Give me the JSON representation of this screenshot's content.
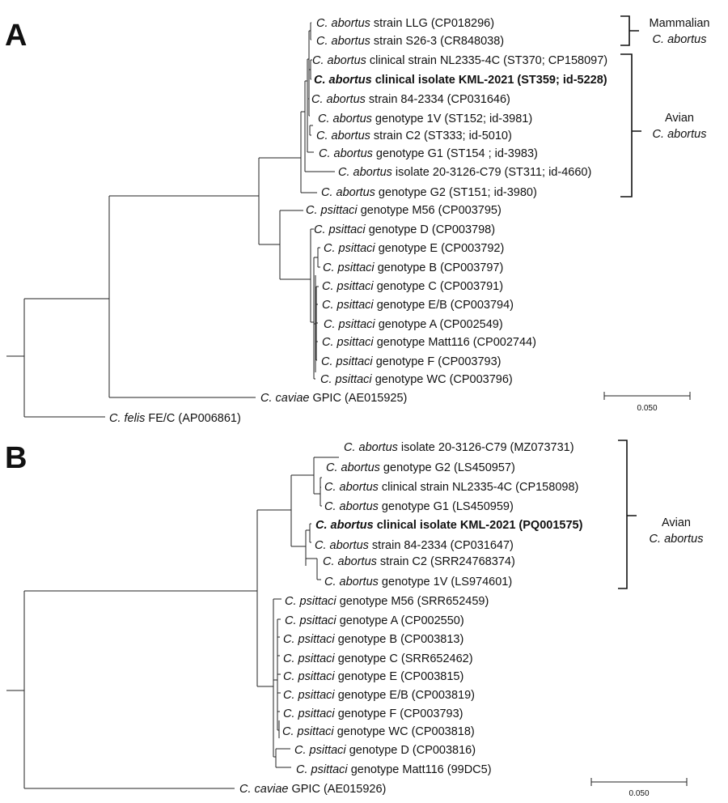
{
  "panels": [
    {
      "letter": "A",
      "leaves": [
        {
          "sp": "C. abortus",
          "rest": " strain LLG (CP018296)",
          "bold": false
        },
        {
          "sp": "C. abortus",
          "rest": " strain S26-3 (CR848038)",
          "bold": false
        },
        {
          "sp": "C. abortus",
          "rest": " clinical strain NL2335-4C (ST370; CP158097)",
          "bold": false
        },
        {
          "sp": "C. abortus",
          "rest": " clinical isolate KML-2021 (ST359; id-5228)",
          "bold": true
        },
        {
          "sp": "C. abortus",
          "rest": " strain 84-2334 (CP031646)",
          "bold": false
        },
        {
          "sp": "C. abortus",
          "rest": " genotype 1V (ST152; id-3981)",
          "bold": false
        },
        {
          "sp": "C. abortus",
          "rest": " strain C2 (ST333; id-5010)",
          "bold": false
        },
        {
          "sp": "C. abortus",
          "rest": " genotype G1 (ST154 ; id-3983)",
          "bold": false
        },
        {
          "sp": "C. abortus",
          "rest": " isolate 20-3126-C79 (ST311; id-4660)",
          "bold": false
        },
        {
          "sp": "C. abortus",
          "rest": " genotype G2 (ST151; id-3980)",
          "bold": false
        },
        {
          "sp": "C. psittaci",
          "rest": " genotype M56 (CP003795)",
          "bold": false
        },
        {
          "sp": "C. psittaci",
          "rest": " genotype D (CP003798)",
          "bold": false
        },
        {
          "sp": "C. psittaci",
          "rest": " genotype E (CP003792)",
          "bold": false
        },
        {
          "sp": "C. psittaci",
          "rest": " genotype B (CP003797)",
          "bold": false
        },
        {
          "sp": "C. psittaci",
          "rest": " genotype C (CP003791)",
          "bold": false
        },
        {
          "sp": "C. psittaci",
          "rest": " genotype E/B (CP003794)",
          "bold": false
        },
        {
          "sp": "C. psittaci",
          "rest": " genotype A (CP002549)",
          "bold": false
        },
        {
          "sp": "C. psittaci",
          "rest": " genotype Matt116 (CP002744)",
          "bold": false
        },
        {
          "sp": "C. psittaci",
          "rest": " genotype F (CP003793)",
          "bold": false
        },
        {
          "sp": "C. psittaci",
          "rest": " genotype WC (CP003796)",
          "bold": false
        },
        {
          "sp": "C. caviae",
          "rest": " GPIC (AE015925)",
          "bold": false
        },
        {
          "sp": "C. felis",
          "rest": " FE/C (AP006861)",
          "bold": false
        }
      ],
      "groups": [
        {
          "line1": "Mammalian",
          "line2": "C. abortus"
        },
        {
          "line1": "Avian",
          "line2": "C. abortus"
        }
      ],
      "scale": "0.050"
    },
    {
      "letter": "B",
      "leaves": [
        {
          "sp": "C. abortus",
          "rest": " isolate 20-3126-C79 (MZ073731)",
          "bold": false
        },
        {
          "sp": "C. abortus",
          "rest": " genotype G2 (LS450957)",
          "bold": false
        },
        {
          "sp": "C. abortus",
          "rest": " clinical strain NL2335-4C (CP158098)",
          "bold": false
        },
        {
          "sp": "C. abortus",
          "rest": " genotype G1 (LS450959)",
          "bold": false
        },
        {
          "sp": "C. abortus",
          "rest": " clinical isolate KML-2021 (PQ001575)",
          "bold": true
        },
        {
          "sp": "C. abortus",
          "rest": " strain 84-2334 (CP031647)",
          "bold": false
        },
        {
          "sp": "C. abortus",
          "rest": " strain C2 (SRR24768374)",
          "bold": false
        },
        {
          "sp": "C. abortus",
          "rest": " genotype 1V (LS974601)",
          "bold": false
        },
        {
          "sp": "C. psittaci",
          "rest": " genotype M56 (SRR652459)",
          "bold": false
        },
        {
          "sp": "C. psittaci",
          "rest": " genotype A (CP002550)",
          "bold": false
        },
        {
          "sp": "C. psittaci",
          "rest": " genotype B (CP003813)",
          "bold": false
        },
        {
          "sp": "C. psittaci",
          "rest": " genotype C (SRR652462)",
          "bold": false
        },
        {
          "sp": "C. psittaci",
          "rest": " genotype E (CP003815)",
          "bold": false
        },
        {
          "sp": "C. psittaci",
          "rest": " genotype E/B (CP003819)",
          "bold": false
        },
        {
          "sp": "C. psittaci",
          "rest": " genotype F (CP003793)",
          "bold": false
        },
        {
          "sp": "C. psittaci",
          "rest": " genotype WC (CP003818)",
          "bold": false
        },
        {
          "sp": "C. psittaci",
          "rest": " genotype D (CP003816)",
          "bold": false
        },
        {
          "sp": "C. psittaci",
          "rest": " genotype Matt116 (99DC5)",
          "bold": false
        },
        {
          "sp": "C. caviae",
          "rest": " GPIC (AE015926)",
          "bold": false
        }
      ],
      "groups": [
        {
          "line1": "Avian",
          "line2": "C. abortus"
        }
      ],
      "scale": "0.050"
    }
  ]
}
